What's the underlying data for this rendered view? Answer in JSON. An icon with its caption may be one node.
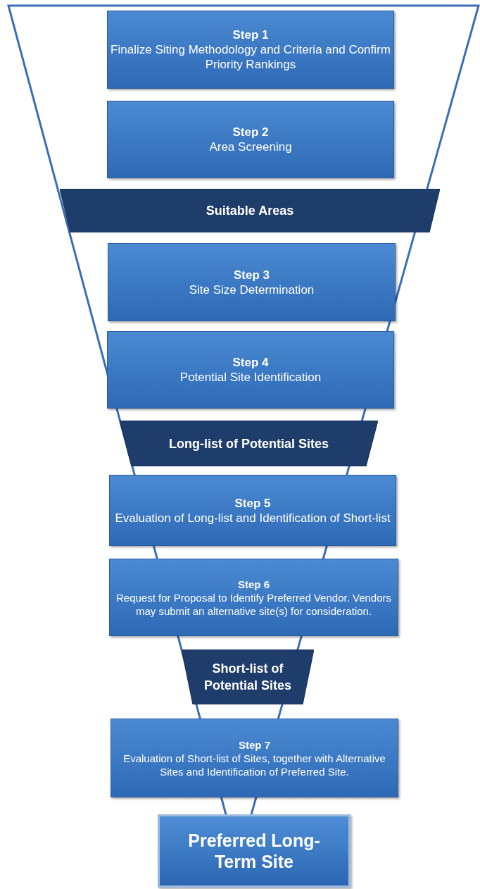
{
  "diagram": {
    "nodes": [
      {
        "text": [
          "Step 1",
          "Finalize Siting Methodology and Criteria and Confirm Priority Rankings"
        ]
      },
      {
        "text": [
          "Step 2",
          "Area Screening"
        ]
      },
      {
        "text": [
          "Suitable Areas"
        ]
      },
      {
        "text": [
          "Step 3",
          "Site Size Determination"
        ]
      },
      {
        "text": [
          "Step 4",
          "Potential Site Identification"
        ]
      },
      {
        "text": [
          "Long-list of Potential Sites"
        ]
      },
      {
        "text": [
          "Step 5",
          "Evaluation of Long-list and Identification of Short-list"
        ]
      },
      {
        "text": [
          "Step 6",
          "Request for Proposal to Identify Preferred Vendor. Vendors may submit an alternative site(s) for consideration."
        ]
      },
      {
        "text": [
          "Short-list of Potential Sites"
        ]
      },
      {
        "text": [
          "Step 7",
          "Evaluation of Short-list of Sites, together with Alternative Sites and Identification of Preferred Site."
        ]
      },
      {
        "text": [
          "Preferred Long-Term Site"
        ]
      }
    ]
  }
}
